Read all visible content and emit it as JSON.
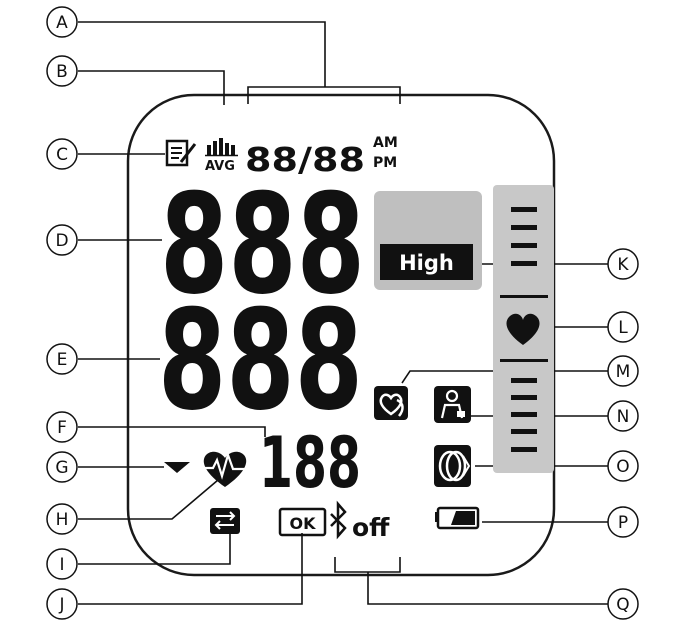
{
  "callouts": [
    "A",
    "B",
    "C",
    "D",
    "E",
    "F",
    "G",
    "H",
    "I",
    "J",
    "K",
    "L",
    "M",
    "N",
    "O",
    "P",
    "Q"
  ],
  "lcd": {
    "avg_label": "AVG",
    "date_time_digits": "88/88",
    "am_label": "AM",
    "pm_label": "PM",
    "systolic_digits": "888",
    "diastolic_digits": "888",
    "pulse_digits": "188",
    "high_label": "High",
    "ok_label": "OK",
    "off_label": "off"
  },
  "colors": {
    "segment": "#111111",
    "panel_gray": "#bfbfbf",
    "bar_gray": "#c8c8c8",
    "outline": "#1a1a1a"
  },
  "icons": [
    "memory-icon",
    "average-bars-icon",
    "heart-icon",
    "pulse-heart-icon",
    "transfer-icon",
    "bluetooth-icon",
    "battery-icon",
    "irregular-heartbeat-icon",
    "cuff-position-icon",
    "cuff-wrap-icon",
    "arrow-marker-icon"
  ]
}
